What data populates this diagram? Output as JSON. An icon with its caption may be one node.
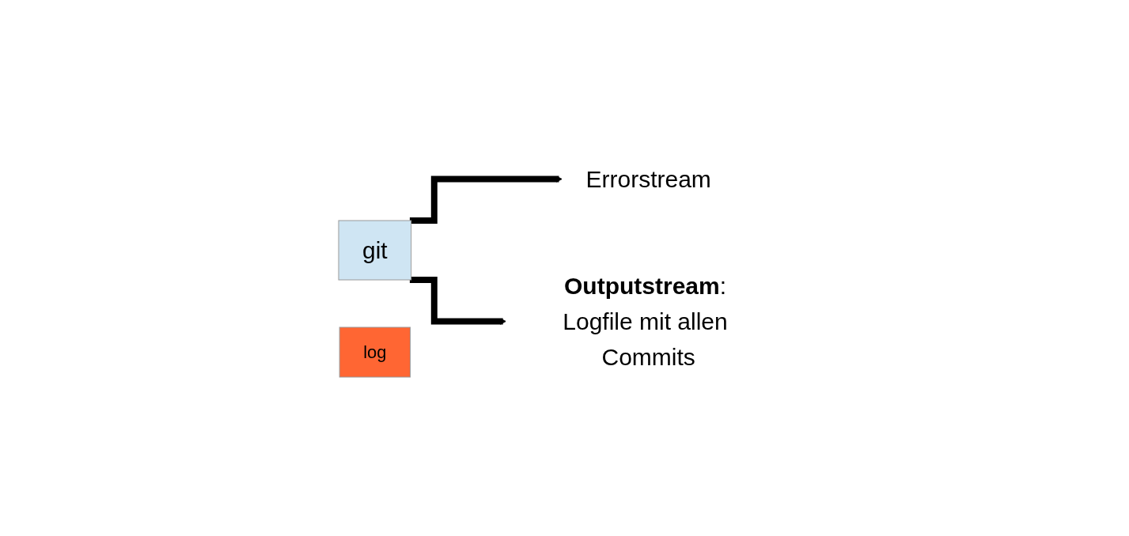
{
  "diagram": {
    "nodes": [
      {
        "text": [
          "git"
        ]
      },
      {
        "text": [
          "log"
        ]
      },
      {
        "text": [
          "Errorstream"
        ]
      },
      {
        "text": [
          "**Outputstream**: Logfile mit allen Commits"
        ]
      }
    ],
    "edges": [
      {
        "from": 0,
        "to": 2,
        "arrow": "to"
      },
      {
        "from": 0,
        "to": 3,
        "arrow": "to"
      }
    ]
  }
}
